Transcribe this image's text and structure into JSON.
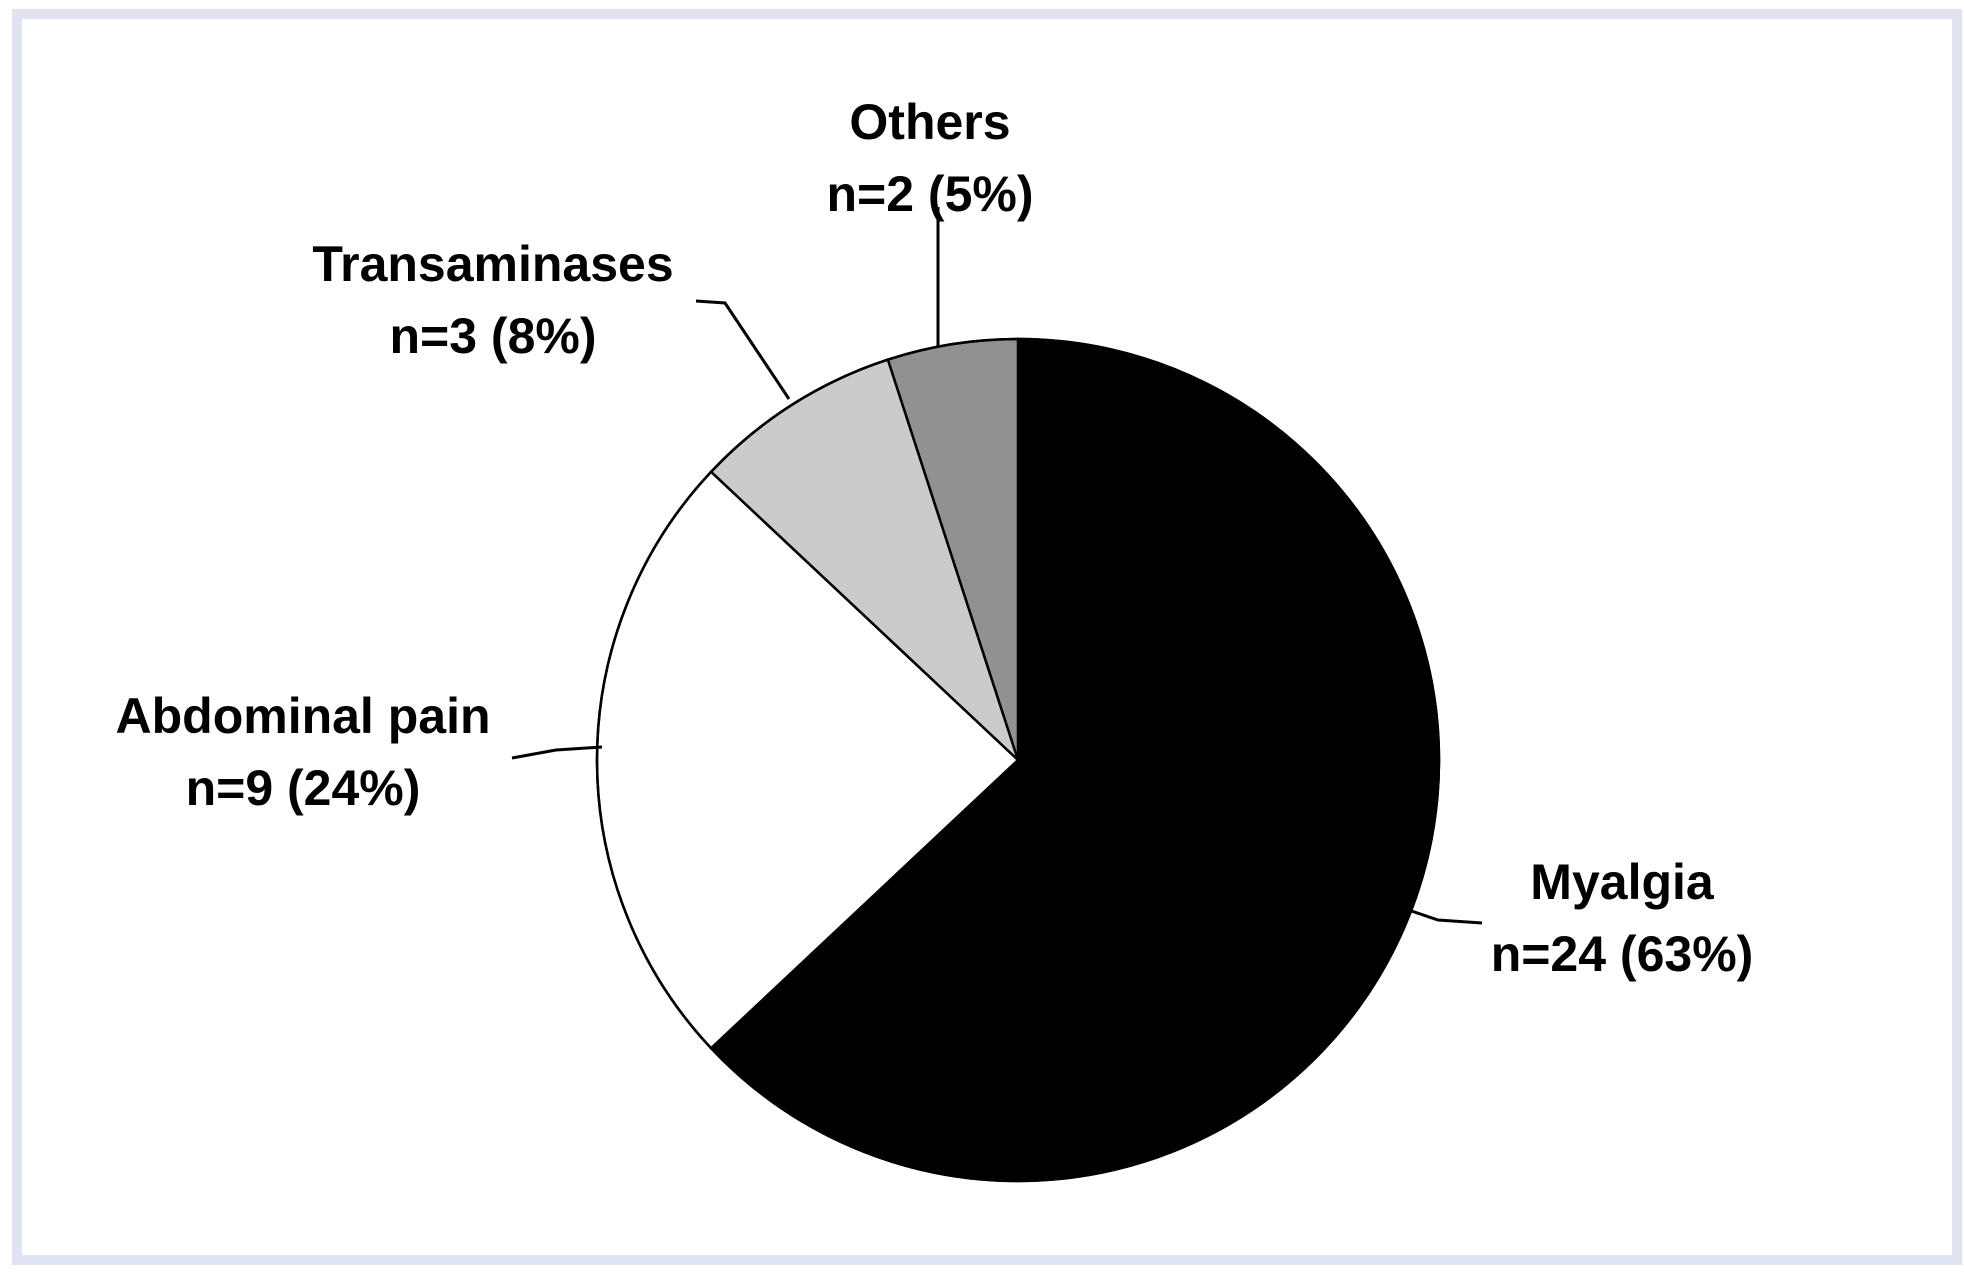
{
  "frame_color": "#dfe3f2",
  "background_color": "#ffffff",
  "chart_data": {
    "type": "pie",
    "direction": "clockwise",
    "start_angle_deg_from_top": 0,
    "outline_color": "#000000",
    "legend_position": "none",
    "slices": [
      {
        "name": "Myalgia",
        "n": 24,
        "pct": 63,
        "color": "#000000",
        "label_line1": "Myalgia",
        "label_line2": "n=24 (63%)"
      },
      {
        "name": "Abdominal pain",
        "n": 9,
        "pct": 24,
        "color": "#ffffff",
        "label_line1": "Abdominal pain",
        "label_line2": "n=9 (24%)"
      },
      {
        "name": "Transaminases",
        "n": 3,
        "pct": 8,
        "color": "#cbcbcb",
        "label_line1": "Transaminases",
        "label_line2": "n=3 (8%)"
      },
      {
        "name": "Others",
        "n": 2,
        "pct": 5,
        "color": "#919191",
        "label_line1": "Others",
        "label_line2": "n=2 (5%)"
      }
    ]
  }
}
